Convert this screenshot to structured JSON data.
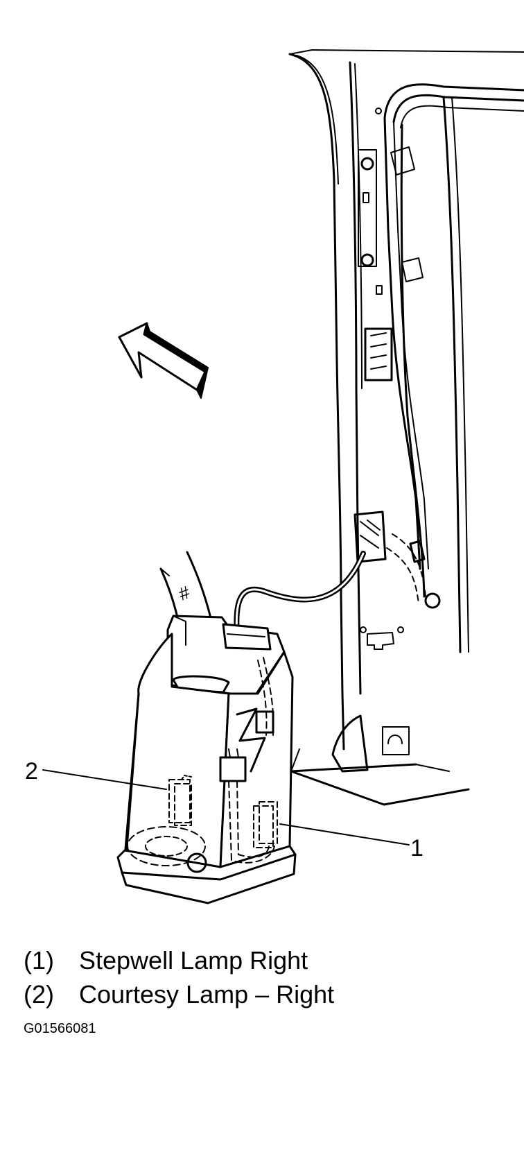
{
  "callouts": [
    {
      "id": "1",
      "label": "1"
    },
    {
      "id": "2",
      "label": "2"
    }
  ],
  "legend": [
    {
      "num": "(1)",
      "text": "Stepwell Lamp Right"
    },
    {
      "num": "(2)",
      "text": "Courtesy Lamp – Right"
    }
  ],
  "figure_id": "G01566081",
  "colors": {
    "ink": "#000000",
    "paper": "#ffffff"
  }
}
